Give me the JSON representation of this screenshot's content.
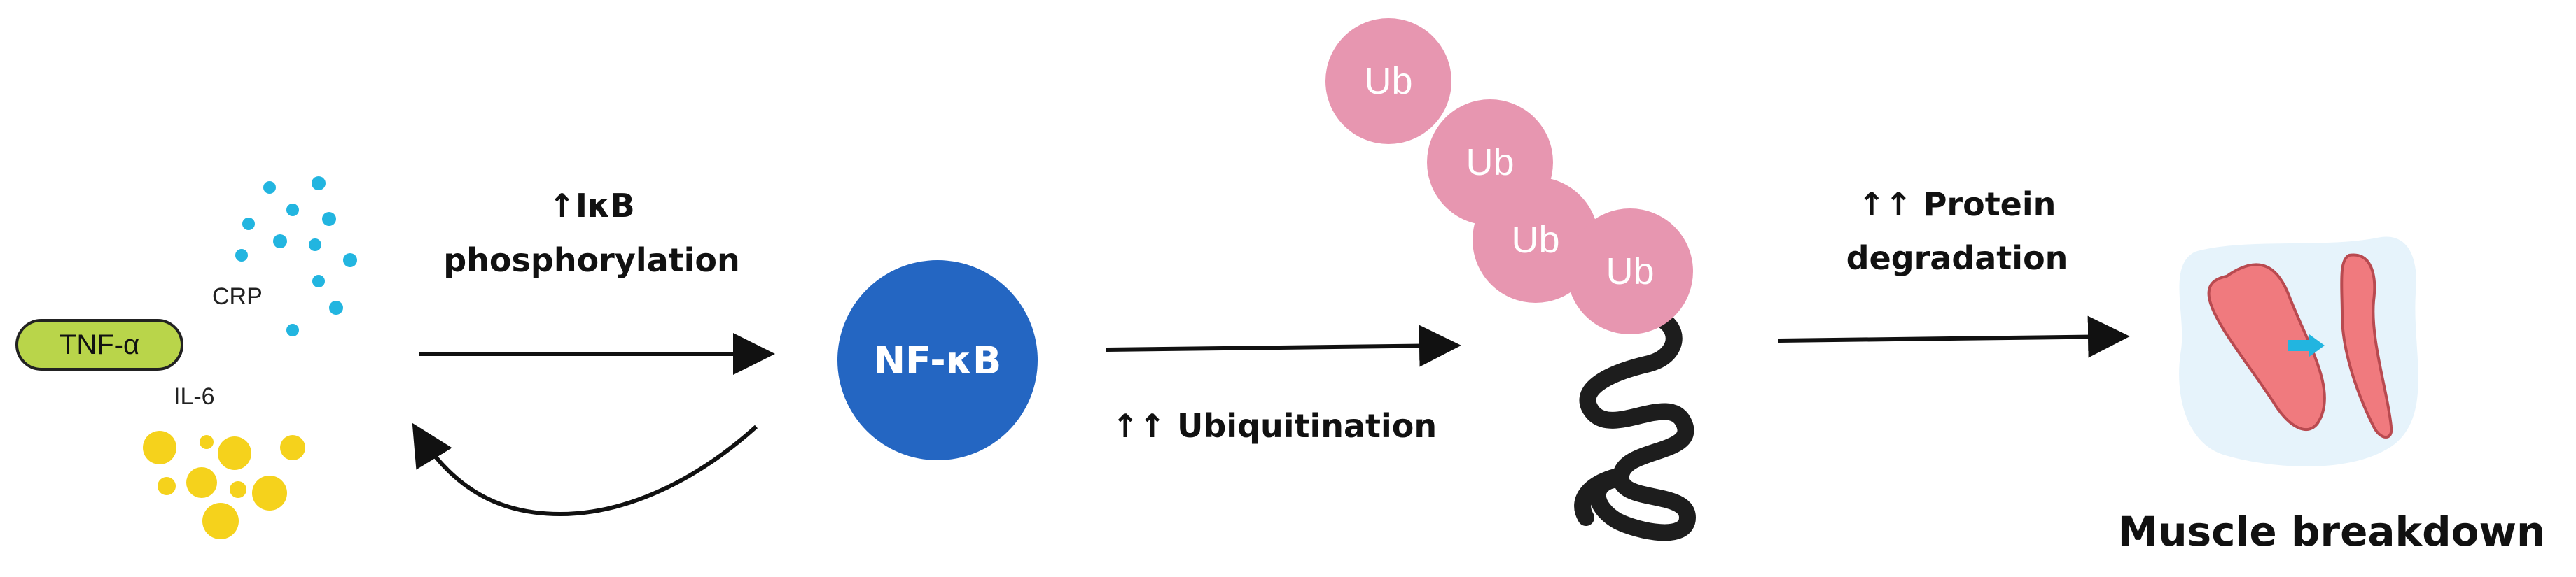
{
  "cytokines": {
    "crp_label": "CRP",
    "tnf_label": "TNF-α",
    "il6_label": "IL-6"
  },
  "labels": {
    "ikb_line1": "↑IκB",
    "ikb_line2": "phosphorylation",
    "ubiquitination": "↑↑ Ubiquitination",
    "protein_line1": "↑↑ Protein",
    "protein_line2": "degradation",
    "muscle": "Muscle breakdown"
  },
  "nfkb_label": "NF-κB",
  "ubiquitin_labels": [
    "Ub",
    "Ub",
    "Ub",
    "Ub"
  ],
  "colors": {
    "crp_dots": "#22b5e0",
    "il6_dots": "#f5d21c",
    "tnf_fill": "#b9d54a",
    "nfkb_fill": "#2466c2",
    "ubiquitin_fill": "#e796b0",
    "muscle_fill": "#f07a7e",
    "muscle_bg": "#e6f3fb",
    "arrow": "#111111"
  }
}
